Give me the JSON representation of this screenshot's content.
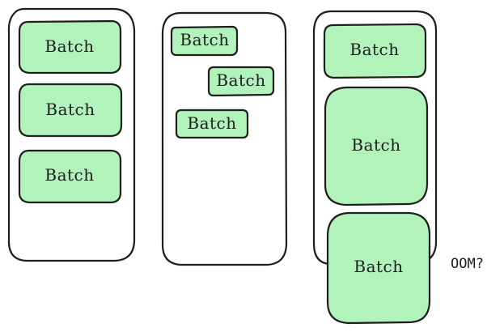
{
  "colors": {
    "batch_fill": "#b2f2bb",
    "stroke": "#1e1e1e",
    "background": "#ffffff"
  },
  "containers": [
    {
      "batches": [
        {
          "label": "Batch"
        },
        {
          "label": "Batch"
        },
        {
          "label": "Batch"
        }
      ]
    },
    {
      "batches": [
        {
          "label": "Batch"
        },
        {
          "label": "Batch"
        },
        {
          "label": "Batch"
        }
      ]
    },
    {
      "batches": [
        {
          "label": "Batch"
        },
        {
          "label": "Batch"
        },
        {
          "label": "Batch"
        }
      ]
    }
  ],
  "oom_note": "OOM?"
}
